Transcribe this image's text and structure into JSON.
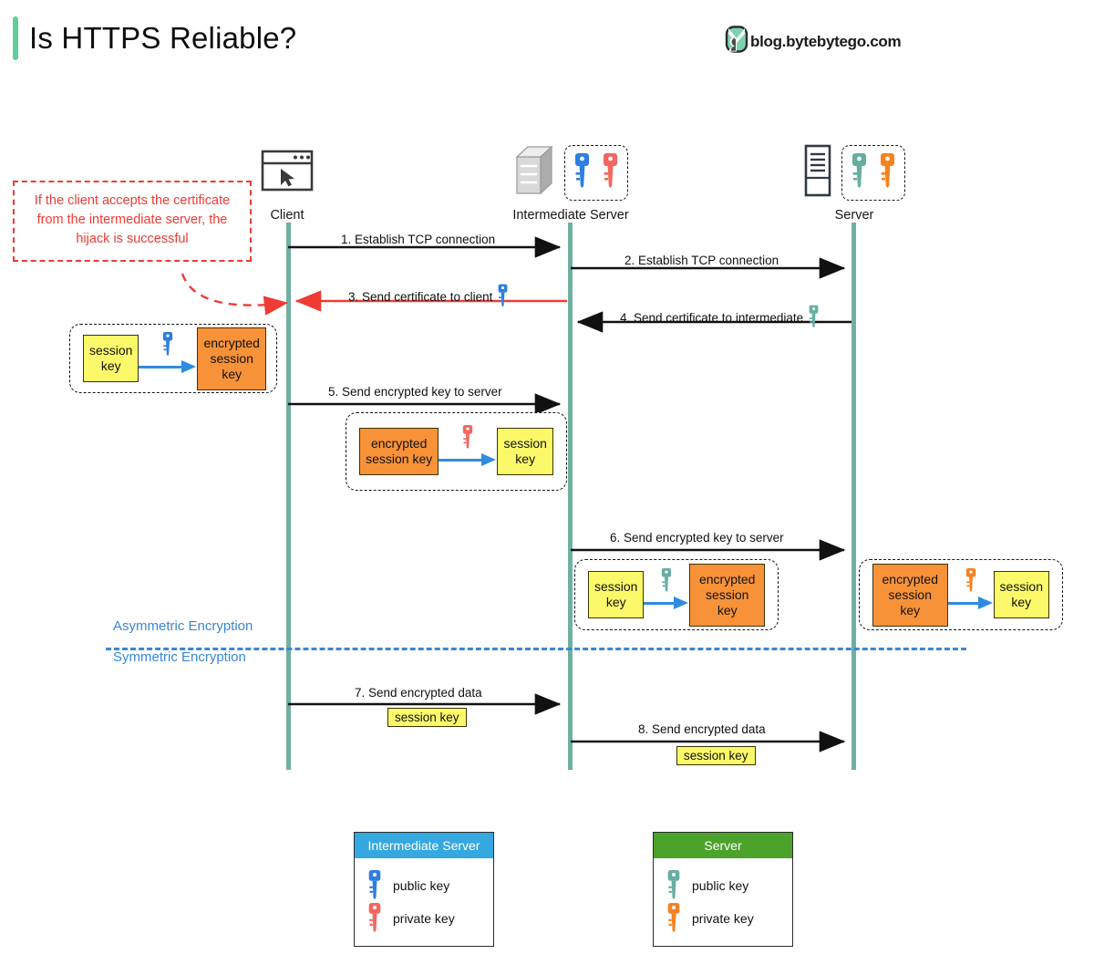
{
  "header": {
    "title": "Is HTTPS Reliable?",
    "accent_color": "#63CC9C",
    "brand_text": "blog.bytebytego.com",
    "brand_logo_icon": "bytebytego-logo-icon"
  },
  "colors": {
    "lifeline": "#6FB0A2",
    "session_key_fill": "#FBF969",
    "encrypted_key_fill": "#F79238",
    "arrow_black": "#111111",
    "arrow_red": "#EE3B34",
    "crypto_arrow_blue": "#2E8BE0",
    "divider_blue": "#3A86D6",
    "key_blue": "#2E7DE0",
    "key_red": "#F4655E",
    "key_teal": "#66ADA2",
    "key_orange": "#F58220",
    "legend_intermediate_header": "#35A8E0",
    "legend_server_header": "#4CA32B"
  },
  "actors": [
    {
      "id": "client",
      "label": "Client",
      "icon": "browser-window-icon",
      "keys": []
    },
    {
      "id": "intermediate",
      "label": "Intermediate Server",
      "icon": "server-tower-icon",
      "keys": [
        "key-blue",
        "key-red"
      ]
    },
    {
      "id": "server",
      "label": "Server",
      "icon": "server-rack-icon",
      "keys": [
        "key-teal",
        "key-orange"
      ]
    }
  ],
  "annotation": {
    "text": "If the client accepts the certificate from the intermediate server, the hijack is successful",
    "color": "#EE3B34"
  },
  "messages": [
    {
      "num": "1",
      "label": "1. Establish TCP connection",
      "from": "client",
      "to": "intermediate",
      "direction": "right",
      "color": "black",
      "key_icon": ""
    },
    {
      "num": "2",
      "label": "2. Establish TCP connection",
      "from": "intermediate",
      "to": "server",
      "direction": "right",
      "color": "black",
      "key_icon": ""
    },
    {
      "num": "3",
      "label": "3. Send certificate to client",
      "from": "intermediate",
      "to": "client",
      "direction": "left",
      "color": "red",
      "key_icon": "key-blue"
    },
    {
      "num": "4",
      "label": "4. Send certificate to intermediate",
      "from": "server",
      "to": "intermediate",
      "direction": "left",
      "color": "black",
      "key_icon": "key-teal"
    },
    {
      "num": "5",
      "label": "5. Send encrypted key to server",
      "from": "client",
      "to": "intermediate",
      "direction": "right",
      "color": "black",
      "key_icon": ""
    },
    {
      "num": "6",
      "label": "6. Send encrypted key to server",
      "from": "intermediate",
      "to": "server",
      "direction": "right",
      "color": "black",
      "key_icon": ""
    },
    {
      "num": "7",
      "label": "7. Send encrypted data",
      "from": "client",
      "to": "intermediate",
      "direction": "right",
      "color": "black",
      "key_icon": "",
      "tag": "session key"
    },
    {
      "num": "8",
      "label": "8. Send encrypted data",
      "from": "intermediate",
      "to": "server",
      "direction": "right",
      "color": "black",
      "key_icon": "",
      "tag": "session key"
    }
  ],
  "crypto_ops": [
    {
      "id": "client-encrypt",
      "left_box": "session key",
      "left_type": "session",
      "key_icon": "key-blue",
      "right_box": "encrypted session key",
      "right_type": "encrypted"
    },
    {
      "id": "intermediate-decrypt",
      "left_box": "encrypted session key",
      "left_type": "encrypted",
      "key_icon": "key-red",
      "right_box": "session key",
      "right_type": "session"
    },
    {
      "id": "intermediate-encrypt",
      "left_box": "session key",
      "left_type": "session",
      "key_icon": "key-teal",
      "right_box": "encrypted session key",
      "right_type": "encrypted"
    },
    {
      "id": "server-decrypt",
      "left_box": "encrypted session key",
      "left_type": "encrypted",
      "key_icon": "key-orange",
      "right_box": "session key",
      "right_type": "session"
    }
  ],
  "divider": {
    "above_label": "Asymmetric Encryption",
    "below_label": "Symmetric Encryption"
  },
  "legends": [
    {
      "id": "intermediate",
      "title": "Intermediate Server",
      "header_color": "#35A8E0",
      "rows": [
        {
          "icon": "key-blue",
          "label": "public key"
        },
        {
          "icon": "key-red",
          "label": "private key"
        }
      ]
    },
    {
      "id": "server",
      "title": "Server",
      "header_color": "#4CA32B",
      "rows": [
        {
          "icon": "key-teal",
          "label": "public key"
        },
        {
          "icon": "key-orange",
          "label": "private key"
        }
      ]
    }
  ]
}
